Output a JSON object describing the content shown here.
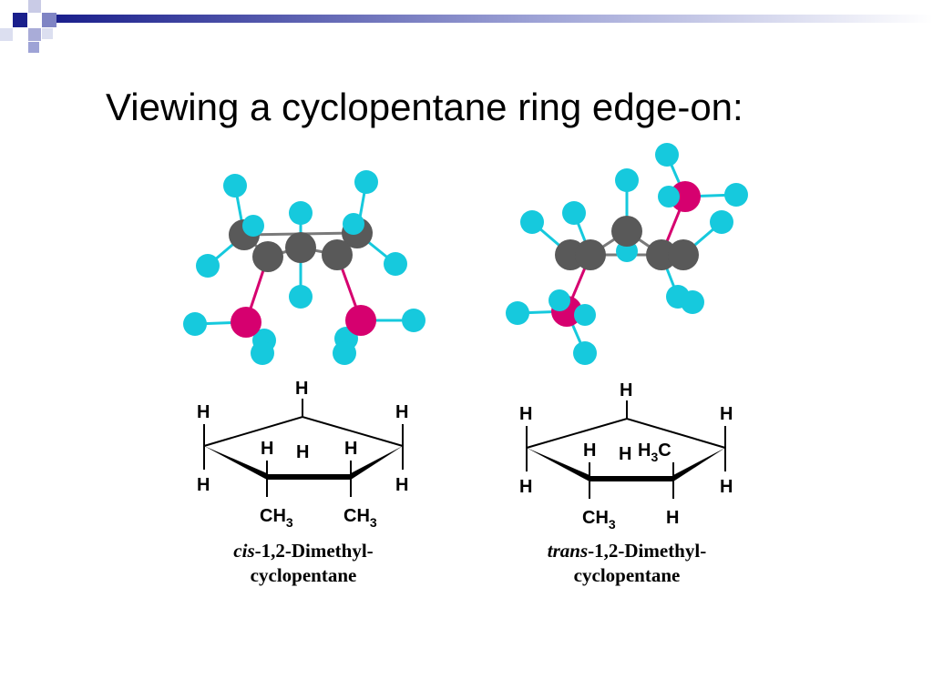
{
  "slide": {
    "title": "Viewing a cyclopentane ring edge-on:"
  },
  "colors": {
    "carbon": "#595959",
    "hydrogen": "#16c9dd",
    "methyl_carbon": "#d6006f",
    "deco_navy": "#1a1f8c",
    "deco_light": "#b0b4dc"
  },
  "cis": {
    "labels": {
      "h_top": "H",
      "h_left_up": "H",
      "h_right_up": "H",
      "h_left_down": "H",
      "h_right_down": "H",
      "h_front_l": "H",
      "h_mid": "H",
      "h_front_r": "H",
      "ch3_l": "CH",
      "ch3_l_sub": "3",
      "ch3_r": "CH",
      "ch3_r_sub": "3"
    },
    "caption_italic": "cis",
    "caption_rest": "-1,2-Dimethyl-",
    "caption_line2": "cyclopentane"
  },
  "trans": {
    "labels": {
      "h_top": "H",
      "h_left_up": "H",
      "h_right_up": "H",
      "h_left_down": "H",
      "h_right_down": "H",
      "h_front_l": "H",
      "h_mid": "H",
      "h3c": "H",
      "h3c_sub": "3",
      "h3c_c": "C",
      "ch3": "CH",
      "ch3_sub": "3",
      "h_bottom_r": "H"
    },
    "caption_italic": "trans",
    "caption_rest": "-1,2-Dimethyl-",
    "caption_line2": "cyclopentane"
  }
}
